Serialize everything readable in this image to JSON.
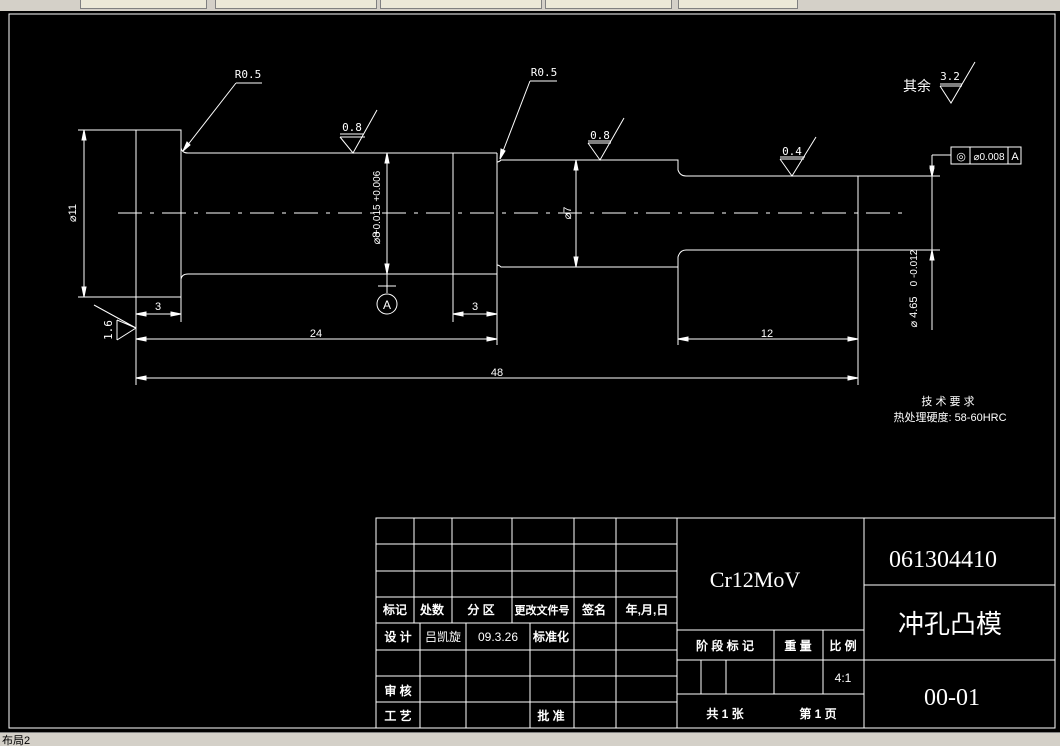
{
  "window": {
    "layout_tab": "布局2"
  },
  "drawing": {
    "dims": {
      "r05_left": "R0.5",
      "r05_right": "R0.5",
      "rough_08_a": "0.8",
      "rough_08_b": "0.8",
      "rough_04": "0.4",
      "rough_rest_label": "其余",
      "rough_rest_value": "3.2",
      "rough_16": "1.6",
      "dia11": "⌀11",
      "dia8": "⌀8",
      "dia8_tol": "+0.015 +0.006",
      "dia7": "⌀7",
      "dia465": "⌀ 4.65",
      "dia465_tol": "0 -0.012",
      "len3_left": "3",
      "len3_mid": "3",
      "len24": "24",
      "len12": "12",
      "len48": "48",
      "datum": "A",
      "gdt_symbol": "◎",
      "gdt_value": "⌀0.008",
      "gdt_datum": "A"
    },
    "notes": {
      "title": "技 术 要 求",
      "hardness": "热处理硬度: 58-60HRC"
    }
  },
  "title_block": {
    "headers": {
      "mark": "标记",
      "count": "处数",
      "zone": "分 区",
      "doc_no": "更改文件号",
      "sign": "签名",
      "date": "年,月,日"
    },
    "design_label": "设 计",
    "designer": "吕凯旋",
    "design_date": "09.3.26",
    "standardize": "标准化",
    "review": "审 核",
    "process": "工 艺",
    "approve": "批 准",
    "material": "Cr12MoV",
    "stage_mark": "阶 段 标 记",
    "weight": "重 量",
    "scale_label": "比 例",
    "scale_value": "4:1",
    "total_sheets": "共  1  张",
    "sheet_no": "第  1  页",
    "drawing_no": "061304410",
    "part_name": "冲孔凸模",
    "code": "00-01"
  }
}
